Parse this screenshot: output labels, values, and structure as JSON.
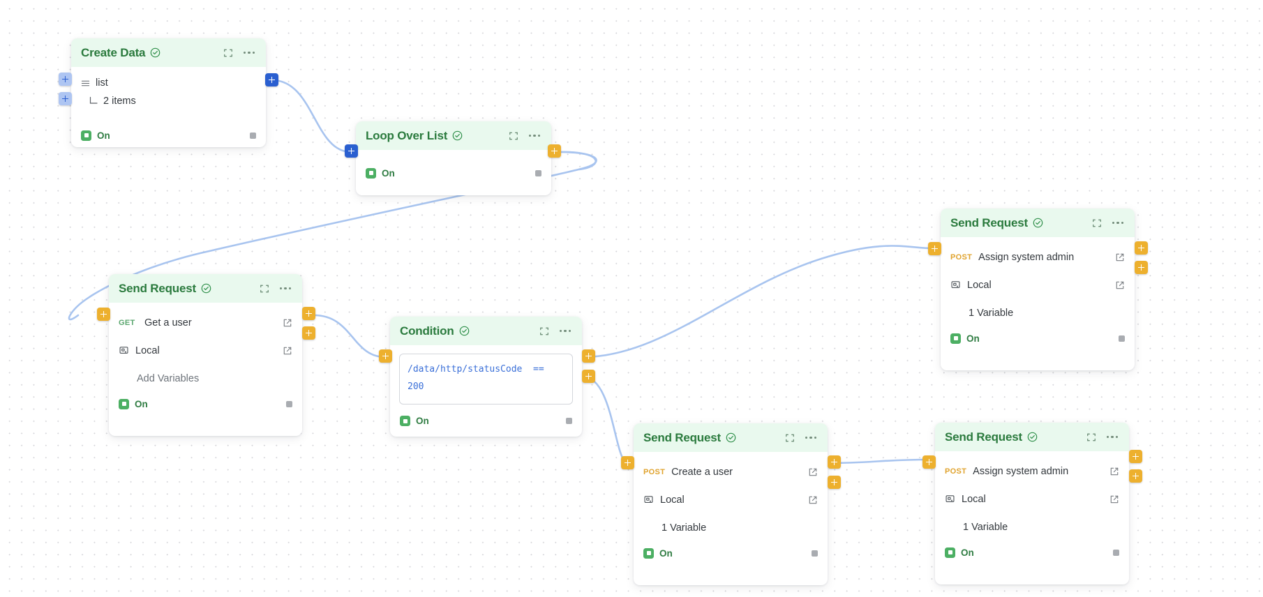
{
  "canvas": {
    "background_color": "#ffffff",
    "grid_dot_color": "#d6d6da",
    "edge_color": "#a8c4ef"
  },
  "palette": {
    "header_green_bg": "#e9f9ee",
    "title_green": "#2a7a3d",
    "toggle_green": "#4caf63",
    "get_verb_green": "#5aa66e",
    "post_verb_orange": "#e0a32e",
    "handle_blue_dark": "#2a5fd0",
    "handle_blue_soft": "#aec5f2",
    "handle_amber": "#edb02e",
    "code_blue": "#3a6fd8"
  },
  "common": {
    "status_label": "On",
    "expand_icon": "expand-icon",
    "menu_icon": "more-options-icon",
    "valid_icon": "check-circle-icon",
    "external_link_icon": "external-link-icon",
    "environment_icon": "environment-icon",
    "resize_icon": "resize-handle-icon",
    "add_handle_label": "+"
  },
  "nodes": [
    {
      "id": "create-data",
      "title": "Create Data",
      "tree": {
        "root_label": "list",
        "child_label": "2 items"
      },
      "status": "On"
    },
    {
      "id": "loop-over-list",
      "title": "Loop Over List",
      "status": "On"
    },
    {
      "id": "send-request-get-user",
      "title": "Send Request",
      "method": "GET",
      "request_name": "Get a user",
      "environment": "Local",
      "variables_label": "Add Variables",
      "status": "On"
    },
    {
      "id": "condition",
      "title": "Condition",
      "expression": "/data/http/statusCode  ==\n200",
      "status": "On"
    },
    {
      "id": "send-request-assign-admin-top",
      "title": "Send Request",
      "method": "POST",
      "request_name": "Assign system admin",
      "environment": "Local",
      "variables_label": "1 Variable",
      "status": "On"
    },
    {
      "id": "send-request-create-user",
      "title": "Send Request",
      "method": "POST",
      "request_name": "Create a user",
      "environment": "Local",
      "variables_label": "1 Variable",
      "status": "On"
    },
    {
      "id": "send-request-assign-admin-bottom",
      "title": "Send Request",
      "method": "POST",
      "request_name": "Assign system admin",
      "environment": "Local",
      "variables_label": "1 Variable",
      "status": "On"
    }
  ]
}
